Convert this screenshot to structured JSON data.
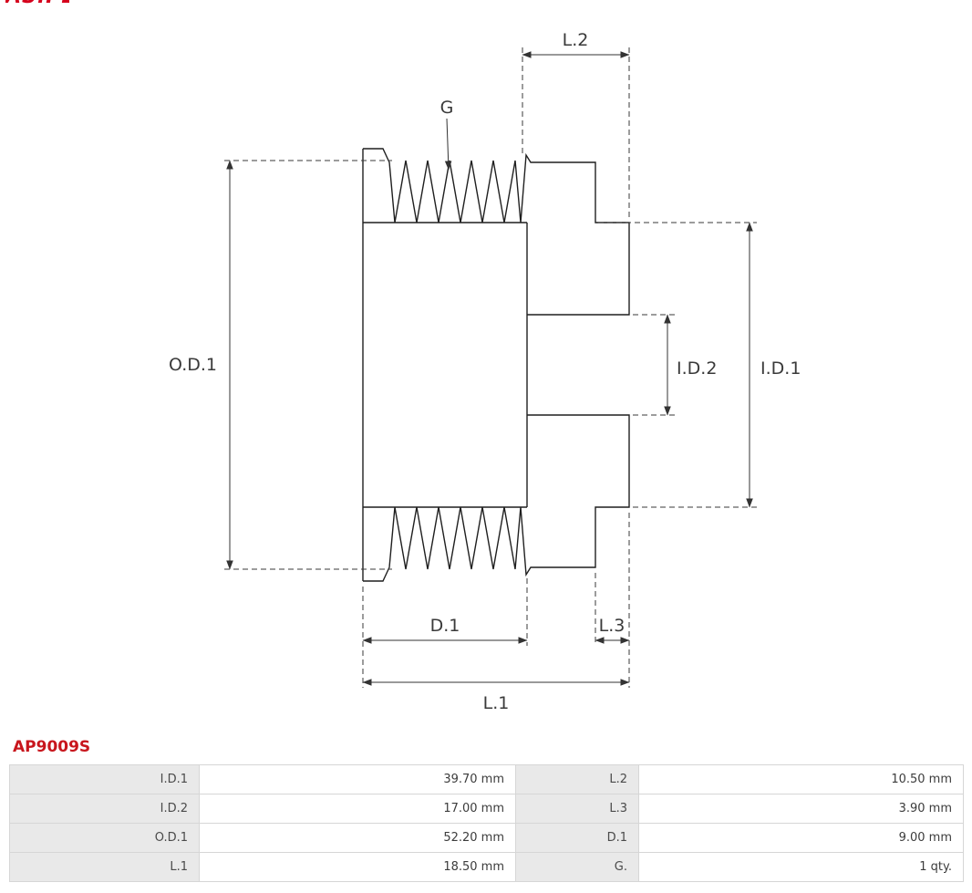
{
  "product": {
    "code": "AP9009S"
  },
  "colors": {
    "product_code": "#c8161d",
    "drawing_line": "#1f1f1f",
    "dimension_line": "#333333",
    "table_label_bg": "#e9e9e9",
    "table_border": "#d6d6d6",
    "logo_mark": "#d5001c"
  },
  "diagram": {
    "labels": {
      "l2": "L.2",
      "g": "G",
      "od1": "O.D.1",
      "id1": "I.D.1",
      "id2": "I.D.2",
      "d1": "D.1",
      "l3": "L.3",
      "l1": "L.1"
    }
  },
  "spec_table": {
    "rows": [
      {
        "label_left": "I.D.1",
        "value_left": "39.70 mm",
        "label_right": "L.2",
        "value_right": "10.50 mm"
      },
      {
        "label_left": "I.D.2",
        "value_left": "17.00 mm",
        "label_right": "L.3",
        "value_right": "3.90 mm"
      },
      {
        "label_left": "O.D.1",
        "value_left": "52.20 mm",
        "label_right": "D.1",
        "value_right": "9.00 mm"
      },
      {
        "label_left": "L.1",
        "value_left": "18.50 mm",
        "label_right": "G.",
        "value_right": "1 qty."
      }
    ]
  }
}
